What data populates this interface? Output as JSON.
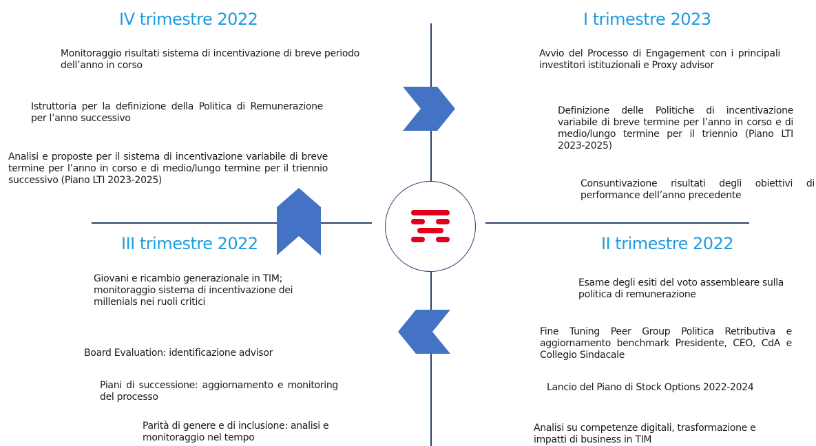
{
  "brand": {
    "logo": "tim-logo-icon",
    "logo_color": "#e2001a",
    "accent": "#1e9be0",
    "arrow_color": "#4472c4"
  },
  "quadrants": {
    "q4_2022": {
      "title": "IV trimestre 2022",
      "items": [
        "Monitoraggio risultati sistema di incentivazione di breve periodo dell’anno in corso",
        "Istruttoria per la definizione della Politica di Remunerazione per l’anno successivo",
        "Analisi e proposte per il sistema di incentivazione variabile di breve termine per l’anno in corso e di medio/lungo termine per il triennio successivo (Piano LTI 2023-2025)"
      ]
    },
    "q1_2023": {
      "title": "I trimestre 2023",
      "items": [
        "Avvio del Processo di Engagement con i principali investitori istituzionali e Proxy advisor",
        "Definizione delle Politiche di incentivazione variabile di breve termine per l’anno in corso e di medio/lungo termine per il triennio (Piano LTI 2023-2025)",
        "Consuntivazione risultati degli obiettivi di performance dell’anno precedente"
      ]
    },
    "q3_2022": {
      "title": "III trimestre 2022",
      "items": [
        "Giovani e ricambio generazionale in TIM; monitoraggio sistema di incentivazione dei millenials nei ruoli critici",
        "Board Evaluation: identificazione advisor",
        "Piani di successione: aggiornamento e monitoring del processo",
        "Parità di genere e di inclusione: analisi e monitoraggio nel tempo"
      ]
    },
    "q2_2022": {
      "title": "II trimestre 2022",
      "items": [
        "Esame degli esiti del voto assembleare sulla politica di remunerazione",
        "Fine Tuning Peer Group  Politica Retributiva e aggiornamento benchmark Presidente, CEO, CdA e Collegio Sindacale",
        "Lancio del Piano di Stock Options 2022-2024",
        "Analisi su competenze digitali, trasformazione e impatti di business in TIM"
      ]
    }
  }
}
